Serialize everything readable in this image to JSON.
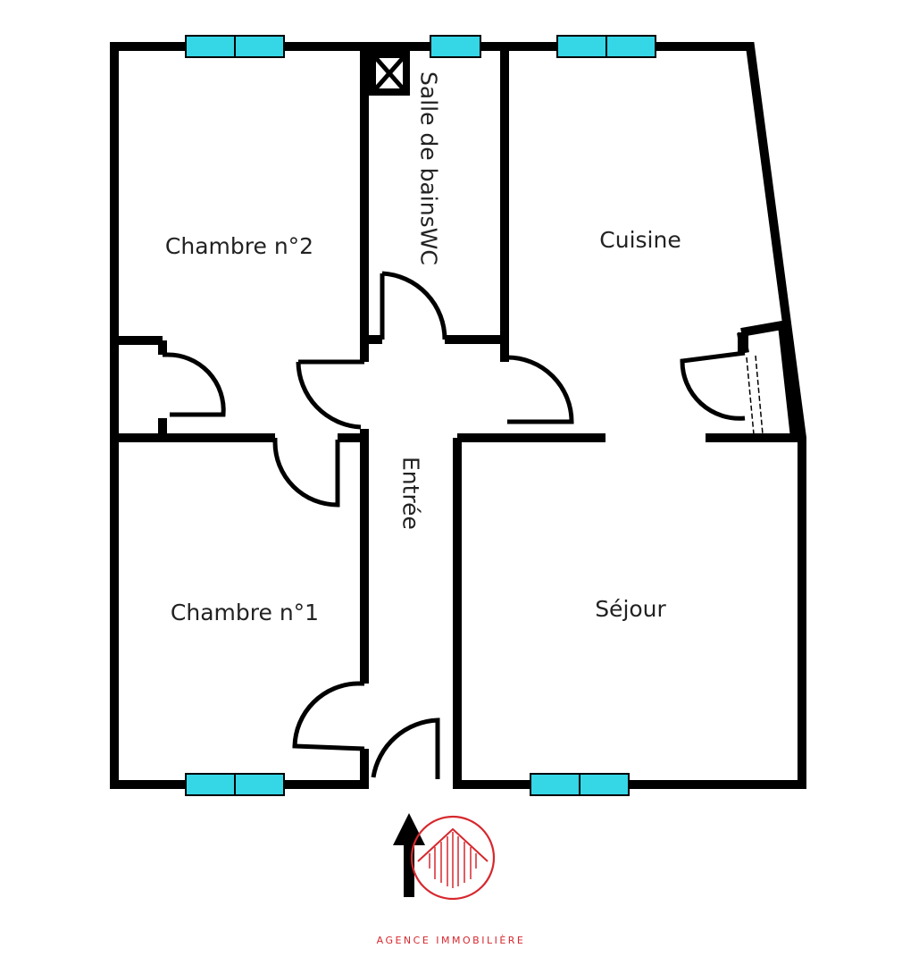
{
  "rooms": {
    "chambre2": "Chambre n°2",
    "chambre1": "Chambre n°1",
    "salle_de_bains": "Salle de bainsWC",
    "cuisine": "Cuisine",
    "entree": "Entrée",
    "sejour": "Séjour"
  },
  "agency": {
    "name": "AGENCE IMMOBILIÈRE",
    "logo_icon": "house-circle-logo-icon"
  },
  "colors": {
    "wall": "#000000",
    "window": "#35d6e6",
    "accent": "#d6282e"
  }
}
